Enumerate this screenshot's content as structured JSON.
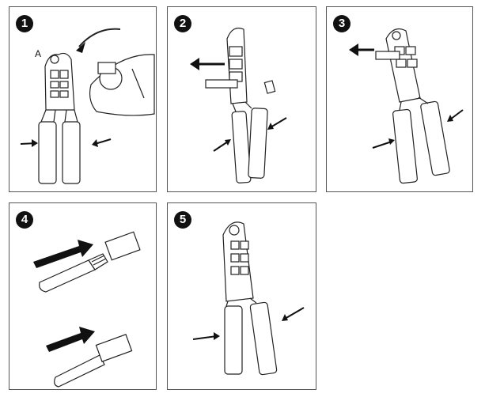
{
  "steps": [
    {
      "number": "1",
      "callout_letter": "A"
    },
    {
      "number": "2"
    },
    {
      "number": "3"
    },
    {
      "number": "4"
    },
    {
      "number": "5"
    }
  ],
  "colors": {
    "line": "#222222",
    "fill": "#ffffff",
    "badge": "#111111"
  }
}
